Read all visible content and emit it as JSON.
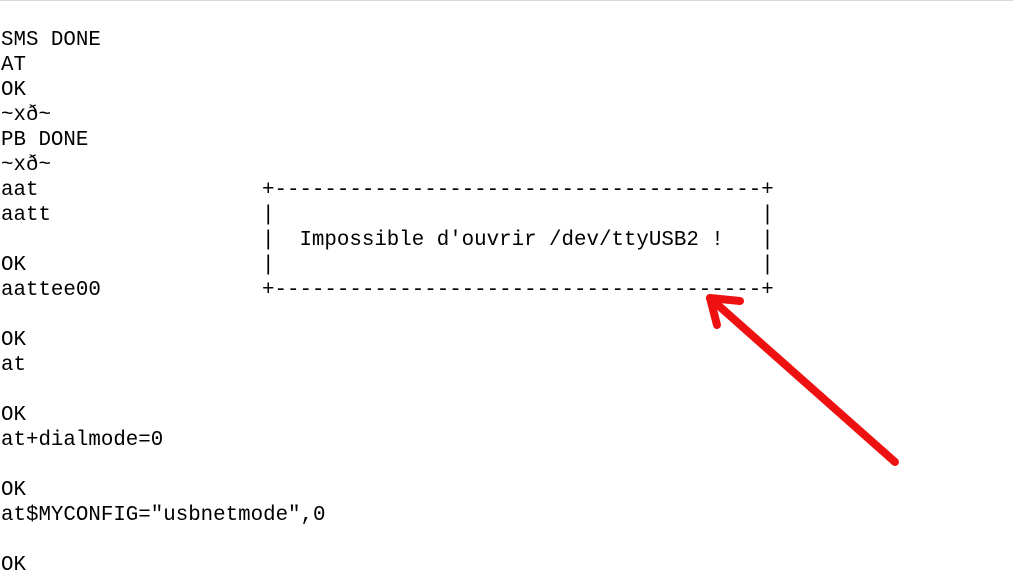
{
  "terminal": {
    "lines": [
      "SMS DONE",
      "AT",
      "OK",
      "~xð~",
      "PB DONE",
      "~xð~",
      "aat",
      "aatt",
      "",
      "OK",
      "aattee00",
      "",
      "OK",
      "at",
      "",
      "OK",
      "at+dialmode=0",
      "",
      "OK",
      "at$MYCONFIG=\"usbnetmode\",0",
      "",
      "OK"
    ]
  },
  "dialog": {
    "top_border": "+---------------------------------------+",
    "blank_row": "|                                       |",
    "message_row": "|  Impossible d'ouvrir /dev/ttyUSB2 !   |",
    "bottom_border": "+---------------------------------------+"
  },
  "annotation": {
    "arrow_color": "#ee1111"
  }
}
